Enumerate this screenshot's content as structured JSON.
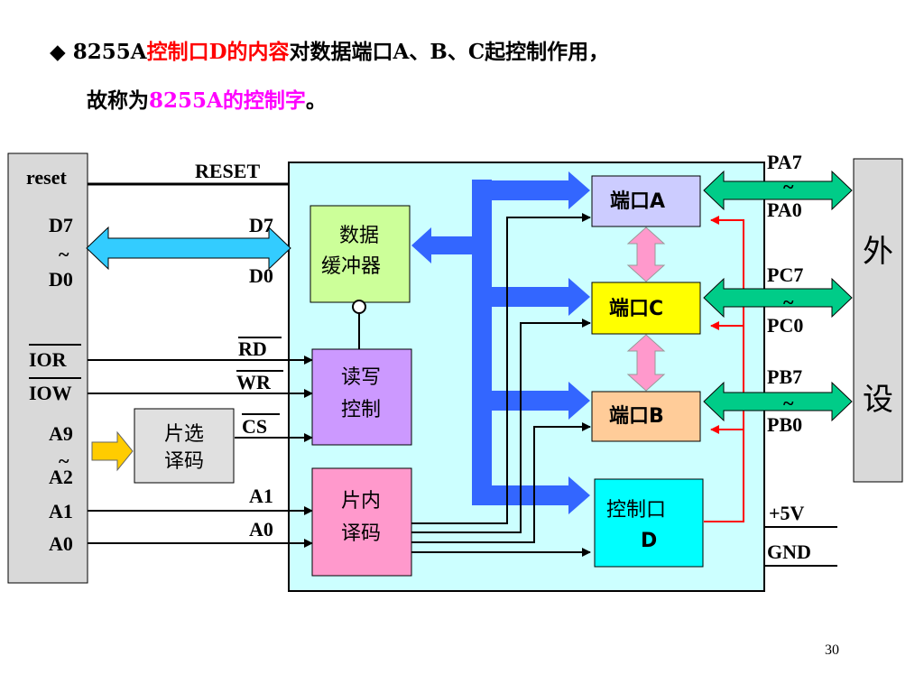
{
  "heading": {
    "bullet": "◆",
    "line1_part1": "8255A",
    "line1_part2": "控制口D的内容",
    "line1_part3": "对数据端口A、B、C起控制作用，",
    "line2_part1": "故称为",
    "line2_part2": "8255A的控制字",
    "line2_part3": "。"
  },
  "cpu_side": {
    "reset": "reset",
    "d7": "D7",
    "tilde1": "~",
    "d0": "D0",
    "ior": "IOR",
    "iow": "IOW",
    "a9": "A9",
    "tilde2": "~",
    "a2": "A2",
    "a1": "A1",
    "a0": "A0"
  },
  "chip_pins": {
    "reset": "RESET",
    "d7": "D7",
    "d0": "D0",
    "rd": "RD",
    "wr": "WR",
    "cs": "CS",
    "a1": "A1",
    "a0": "A0"
  },
  "blocks": {
    "data_buffer_l1": "数据",
    "data_buffer_l2": "缓冲器",
    "rw_ctrl_l1": "读写",
    "rw_ctrl_l2": "控制",
    "chip_select_l1": "片选",
    "chip_select_l2": "译码",
    "internal_decode_l1": "片内",
    "internal_decode_l2": "译码",
    "port_a": "端口A",
    "port_c": "端口C",
    "port_b": "端口B",
    "ctrl_port_l1": "控制口",
    "ctrl_port_l2": "D"
  },
  "port_pins": {
    "pa7": "PA7",
    "pa_tilde": "~",
    "pa0": "PA0",
    "pc7": "PC7",
    "pc_tilde": "~",
    "pc0": "PC0",
    "pb7": "PB7",
    "pb_tilde": "~",
    "pb0": "PB0",
    "vcc": "+5V",
    "gnd": "GND"
  },
  "peripheral": {
    "char1": "外",
    "char2": "设"
  },
  "page_number": "30",
  "colors": {
    "chip_bg": "#ccffff",
    "buffer": "#ccff99",
    "rw_ctrl": "#cc99ff",
    "internal_decode": "#ff99cc",
    "chip_select": "#e0e0e0",
    "port_a": "#ccccff",
    "port_c": "#ffff00",
    "port_b": "#ffcc99",
    "ctrl_port": "#00ffff",
    "bus_blue": "#3366ff",
    "data_arrow": "#33ccff",
    "port_arrow": "#00cc88",
    "pink_arrow": "#ff99cc",
    "orange_arrow": "#ffcc00",
    "red_line": "#ff0000"
  }
}
